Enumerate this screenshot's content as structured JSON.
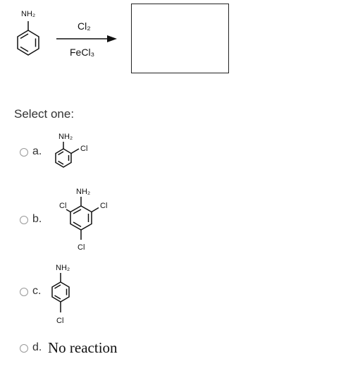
{
  "question": {
    "reactant": {
      "substituent": "NH₂"
    },
    "reagents": {
      "above_arrow": "Cl₂",
      "below_arrow": "FeCl₃"
    }
  },
  "prompt": "Select one:",
  "options": [
    {
      "letter": "a.",
      "substituents": [
        "NH₂",
        "Cl"
      ]
    },
    {
      "letter": "b.",
      "substituents": [
        "NH₂",
        "Cl",
        "Cl",
        "Cl"
      ]
    },
    {
      "letter": "c.",
      "substituents": [
        "NH₂",
        "Cl"
      ]
    },
    {
      "letter": "d.",
      "text": "No reaction"
    }
  ]
}
